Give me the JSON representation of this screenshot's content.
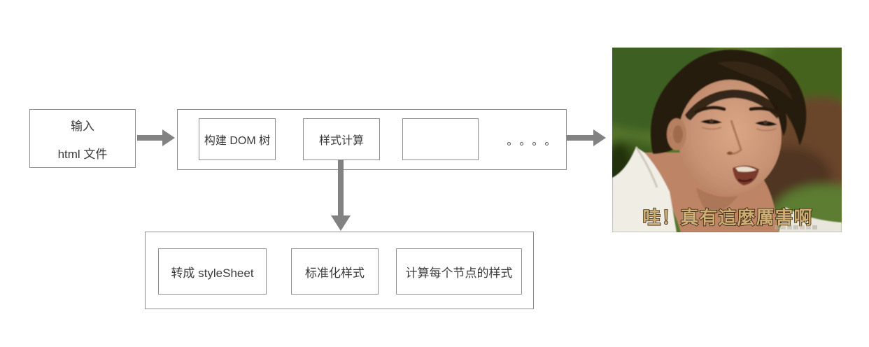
{
  "diagram": {
    "input_box": {
      "line1": "输入",
      "line2": "html 文件"
    },
    "pipeline": {
      "steps": [
        {
          "label": "构建 DOM 树"
        },
        {
          "label": "样式计算"
        },
        {
          "label": ""
        }
      ],
      "ellipsis_dot_count": 4
    },
    "substeps": [
      {
        "label": "转成 styleSheet"
      },
      {
        "label": "标准化样式"
      },
      {
        "label": "计算每个节点的样式"
      }
    ]
  },
  "meme": {
    "subtitle": "哇！真有這麼厲害啊"
  },
  "colors": {
    "box_border": "#8f8f8f",
    "arrow": "#828282",
    "text": "#3a3a3a",
    "subtitle_fill": "#ccad74",
    "subtitle_outline": "#241503",
    "meme_background_green": "#55752c",
    "meme_hair": "#261a10",
    "meme_skin": "#c79274",
    "meme_shirt": "#f0ede5"
  }
}
